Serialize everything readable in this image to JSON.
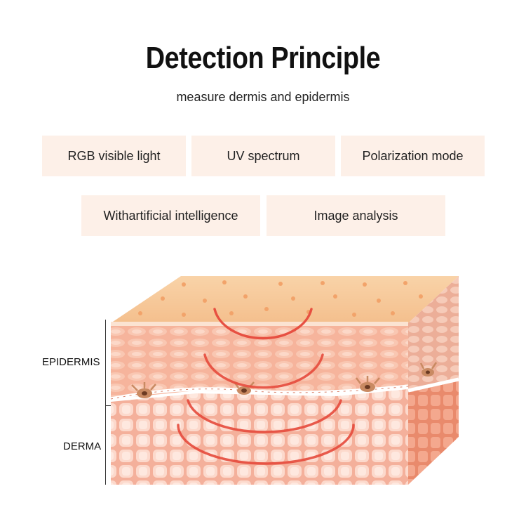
{
  "header": {
    "title": "Detection Principle",
    "subtitle": "measure dermis and epidermis"
  },
  "tags": [
    {
      "label": "RGB visible light"
    },
    {
      "label": "UV spectrum"
    },
    {
      "label": "Polarization mode"
    },
    {
      "label": "Withartificial intelligence"
    },
    {
      "label": "Image analysis"
    }
  ],
  "diagram": {
    "epidermis_label": "EPIDERMIS",
    "derma_label": "DERMA"
  },
  "colors": {
    "top_surface": "#f7c89a",
    "pore": "#f2a66e",
    "epidermis": "#f6b49c",
    "dermis": "#fbd3c6",
    "right_face": "#f19a7e",
    "wave": "#e64a3c",
    "tag_background": "#fdf0e8"
  }
}
